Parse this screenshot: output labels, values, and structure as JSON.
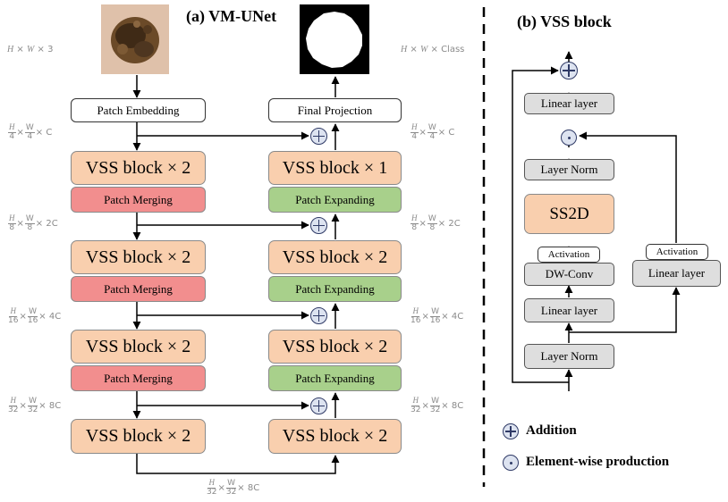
{
  "panel_a": {
    "title": "(a) VM-UNet",
    "patch_embedding": "Patch Embedding",
    "final_projection": "Final Projection",
    "encoder_vss": "VSS block × 2",
    "decoder_top_vss": "VSS block × 1",
    "decoder_vss": "VSS block × 2",
    "bottleneck_vss": "VSS block × 2",
    "patch_merging": "Patch Merging",
    "patch_expanding": "Patch Expanding",
    "input_image": "dermoscopic-skin-lesion-image",
    "output_mask": "binary-segmentation-mask"
  },
  "shapes": {
    "input": "H × W × 3",
    "output": "H × W × Class",
    "s4": "4 ... C",
    "s8": "8 ... 2C",
    "s16": "16 ... 4C",
    "s32": "32 ... 8C"
  },
  "panel_b": {
    "title": "(b) VSS block",
    "linear_top": "Linear layer",
    "layer_norm_top": "Layer Norm",
    "ss2d": "SS2D",
    "activation": "Activation",
    "dw_conv": "DW-Conv",
    "linear_mid": "Linear layer",
    "layer_norm_bottom": "Layer Norm",
    "linear_side": "Linear layer"
  },
  "legend": {
    "addition": "Addition",
    "elementwise": "Element-wise production"
  },
  "colors": {
    "vss": "#f9cfae",
    "merge": "#f28e8e",
    "expand": "#a8d08b",
    "gray_layer": "#dedede",
    "symbol_fill": "#dde3f0",
    "symbol_stroke": "#2f3a66"
  }
}
